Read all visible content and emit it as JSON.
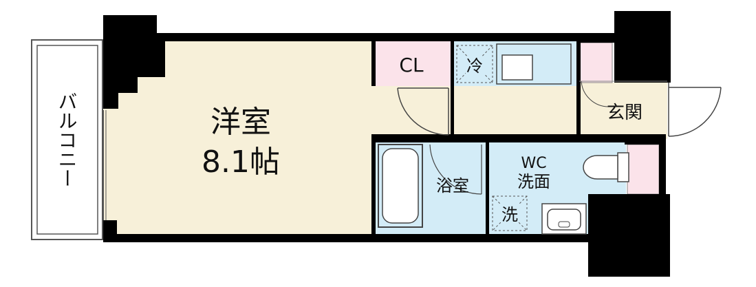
{
  "rooms": {
    "western_room_name": "洋室",
    "western_room_size": "8.1帖",
    "closet": "CL",
    "fridge": "冷",
    "balcony": "バルコニー",
    "entrance": "玄関",
    "bathroom": "浴室",
    "wc_line1": "WC",
    "wc_line2": "洗面",
    "washer": "洗"
  },
  "colors": {
    "western_room": "#f7f0d9",
    "hallway": "#f7f0d9",
    "closet": "#fbe3ea",
    "wet_area": "#d3ecf7",
    "wall": "#000000"
  }
}
